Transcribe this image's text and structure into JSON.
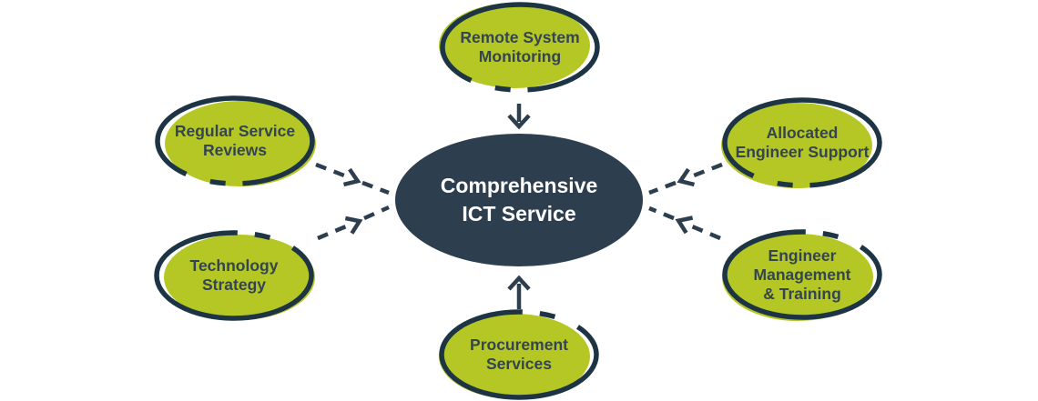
{
  "diagram": {
    "title": "Comprehensive ICT Service diagram",
    "nodes": {
      "center": {
        "label": "Comprehensive\nICT Service"
      },
      "top": {
        "label": "Remote System\nMonitoring"
      },
      "top_left": {
        "label": "Regular Service\nReviews"
      },
      "bottom_left": {
        "label": "Technology\nStrategy"
      },
      "top_right": {
        "label": "Allocated\nEngineer Support"
      },
      "bottom_right": {
        "label": "Engineer\nManagement\n& Training"
      },
      "bottom": {
        "label": "Procurement\nServices"
      }
    },
    "connections": [
      {
        "from": "top",
        "to": "center",
        "style": "solid-arrow"
      },
      {
        "from": "bottom",
        "to": "center",
        "style": "solid-arrow"
      },
      {
        "from": "top_left",
        "to": "center",
        "style": "dashed-arrow"
      },
      {
        "from": "bottom_left",
        "to": "center",
        "style": "dashed-arrow"
      },
      {
        "from": "top_right",
        "to": "center",
        "style": "dashed-arrow"
      },
      {
        "from": "bottom_right",
        "to": "center",
        "style": "dashed-arrow"
      }
    ]
  },
  "colors": {
    "green": "#b4c724",
    "navy": "#2d3e4e",
    "outline": "#1d3445",
    "text": "#344450"
  }
}
